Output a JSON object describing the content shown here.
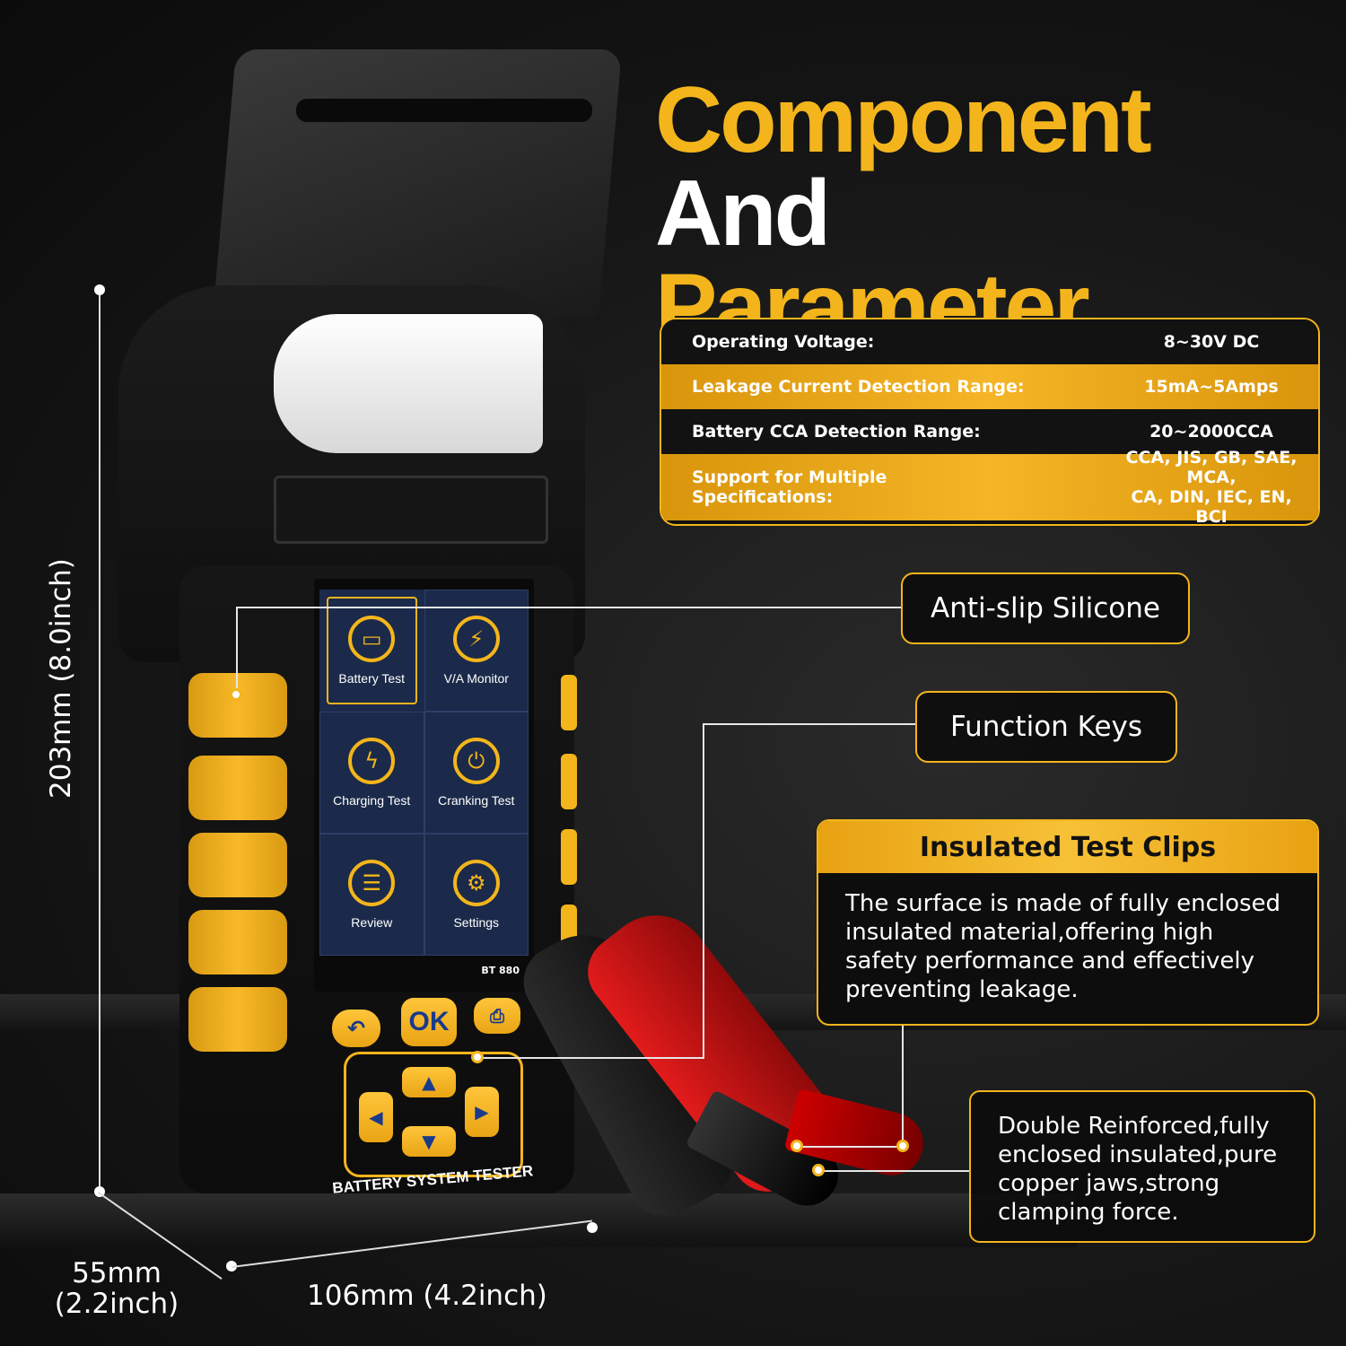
{
  "title": {
    "line1_gold": "Component",
    "line1_white": "And",
    "line2_gold": "Parameter"
  },
  "specs": [
    {
      "label": "Operating Voltage:",
      "value": "8~30V DC"
    },
    {
      "label": "Leakage Current Detection Range:",
      "value": "15mA~5Amps"
    },
    {
      "label": "Battery CCA Detection Range:",
      "value": "20~2000CCA"
    },
    {
      "label_line1": "Support for Multiple",
      "label_line2": "Specifications:",
      "value_line1": "CCA, JIS, GB, SAE, MCA,",
      "value_line2": "CA, DIN, IEC, EN, BCI"
    }
  ],
  "callouts": {
    "anti_slip": "Anti-slip Silicone",
    "function_keys": "Function Keys",
    "clips_title": "Insulated Test Clips",
    "clips_text": "The surface is made of fully enclosed insulated material,offering high safety performance and effectively preventing leakage.",
    "jaws_text": "Double Reinforced,fully enclosed insulated,pure copper jaws,strong clamping force."
  },
  "dimensions": {
    "height": "203mm (8.0inch)",
    "depth_line1": "55mm",
    "depth_line2": "(2.2inch)",
    "width": "106mm (4.2inch)"
  },
  "screen": {
    "tiles": [
      {
        "label": "Battery Test",
        "icon": "battery-icon"
      },
      {
        "label": "V/A Monitor",
        "icon": "lightning-icon"
      },
      {
        "label": "Charging Test",
        "icon": "charging-icon"
      },
      {
        "label": "Cranking Test",
        "icon": "power-icon"
      },
      {
        "label": "Review",
        "icon": "clipboard-icon"
      },
      {
        "label": "Settings",
        "icon": "gear-icon"
      }
    ],
    "model": "BT 880"
  },
  "keys": {
    "ok": "OK"
  },
  "brand": "BATTERY SYSTEM TESTER",
  "colors": {
    "accent": "#f3b51b",
    "background": "#111111",
    "clip_red": "#e21b1b"
  }
}
